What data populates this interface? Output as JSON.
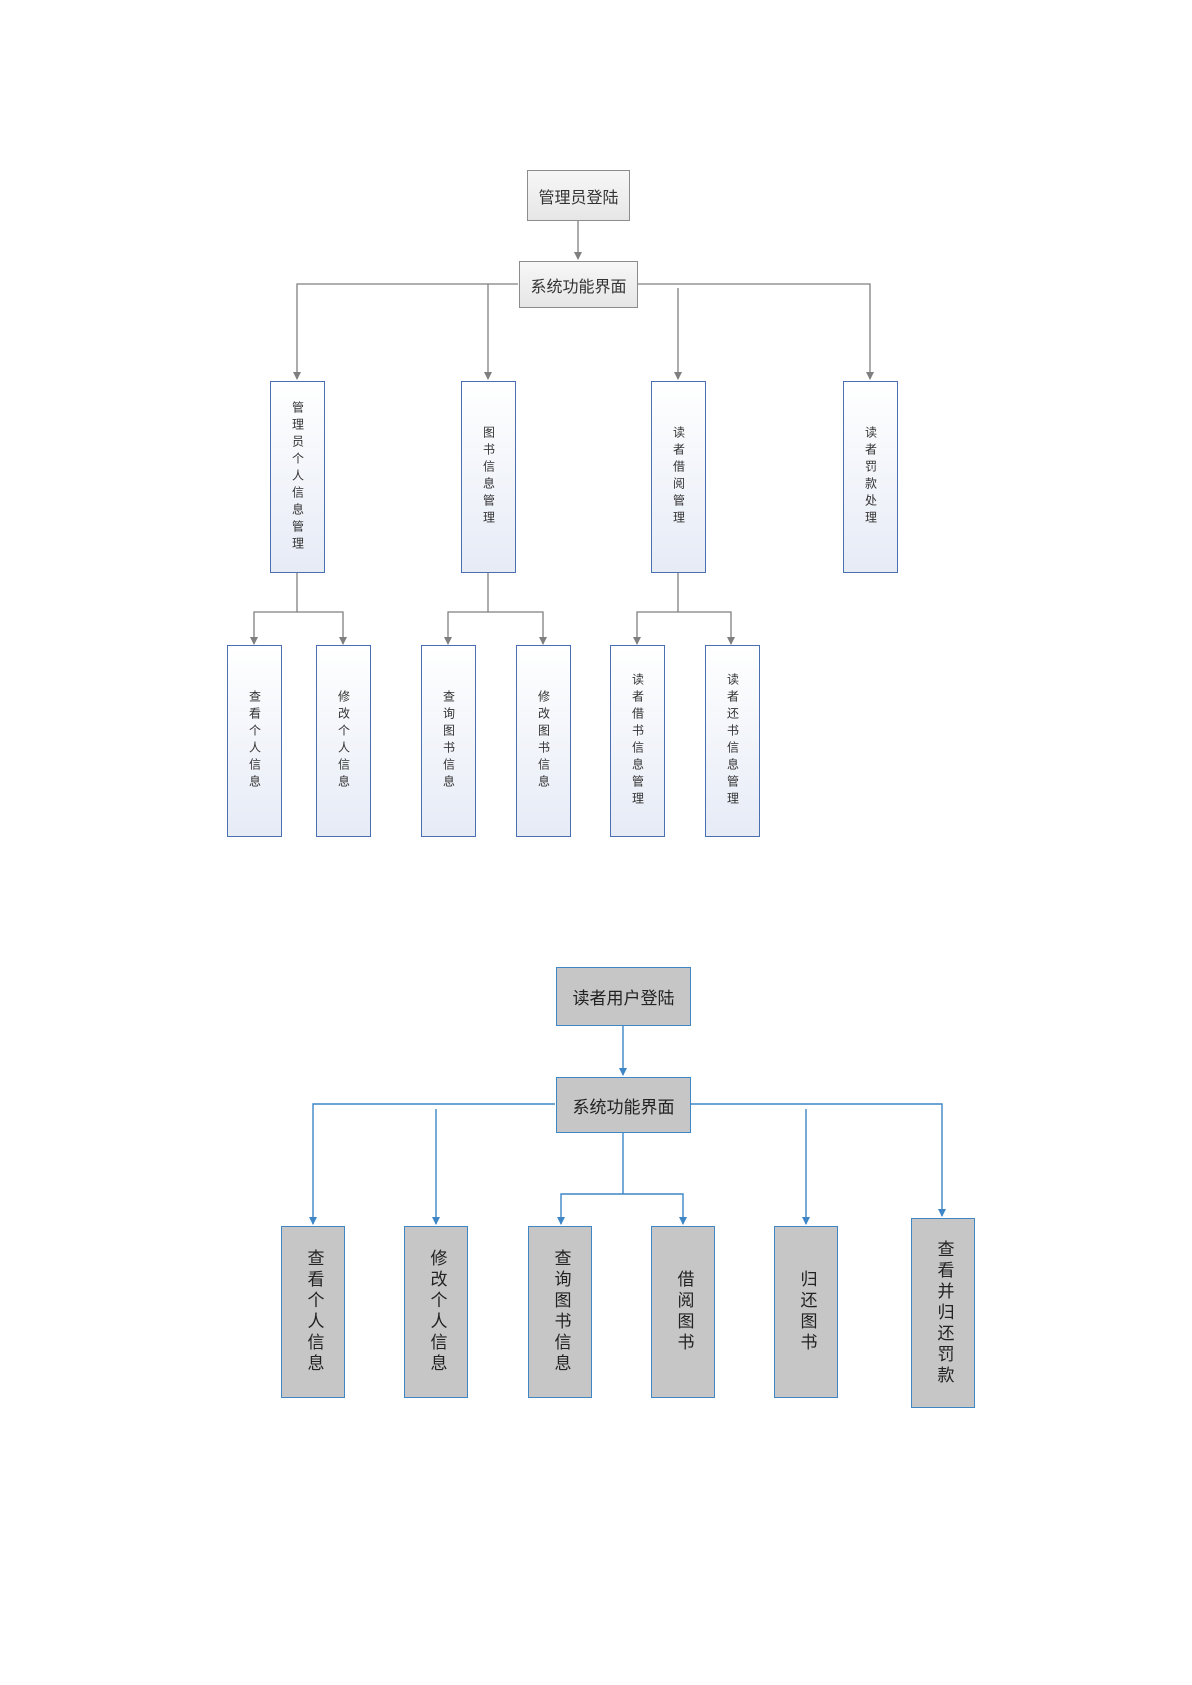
{
  "admin_diagram": {
    "root": "管理员登陆",
    "hub": "系统功能界面",
    "modules": [
      "管理员个人信息管理",
      "图书信息管理",
      "读者借阅管理",
      "读者罚款处理"
    ],
    "leaves": [
      "查看个人信息",
      "修改个人信息",
      "查询图书信息",
      "修改图书信息",
      "读者借书信息管理",
      "读者还书信息管理"
    ]
  },
  "reader_diagram": {
    "root": "读者用户登陆",
    "hub": "系统功能界面",
    "functions": [
      "查看个人信息",
      "修改个人信息",
      "查询图书信息",
      "借阅图书",
      "归还图书",
      "查看并归还罚款"
    ]
  },
  "colors": {
    "d1_line": "#7f7f7f",
    "d1_box_border": "#4a6fae",
    "d2_line": "#3f86c6",
    "d2_box_fill": "#c6c6c6"
  }
}
